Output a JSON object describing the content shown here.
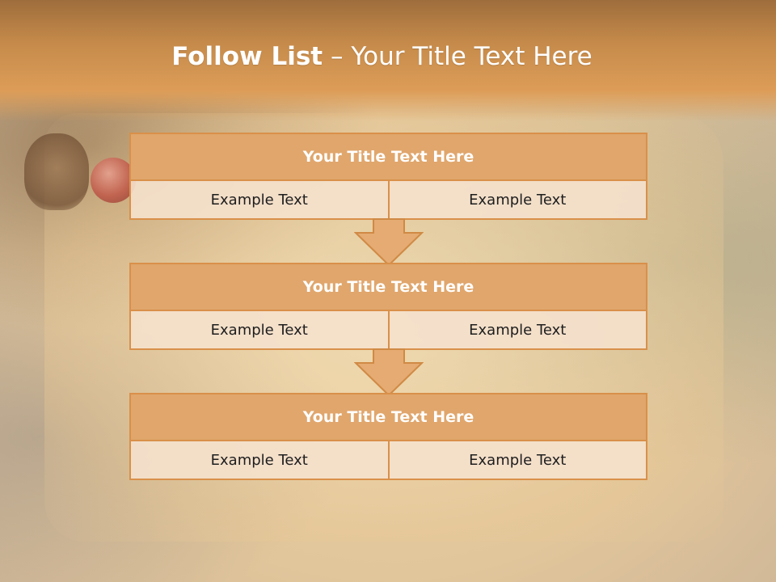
{
  "header": {
    "title_bold": "Follow List",
    "title_rest": " – Your Title Text Here"
  },
  "colors": {
    "accent": "#e0a66c",
    "border": "#d9904a",
    "header": "#c58a4a"
  },
  "steps": [
    {
      "title": "Your Title Text Here",
      "left": "Example Text",
      "right": "Example Text"
    },
    {
      "title": "Your Title Text Here",
      "left": "Example Text",
      "right": "Example Text"
    },
    {
      "title": "Your Title Text Here",
      "left": "Example Text",
      "right": "Example Text"
    }
  ]
}
